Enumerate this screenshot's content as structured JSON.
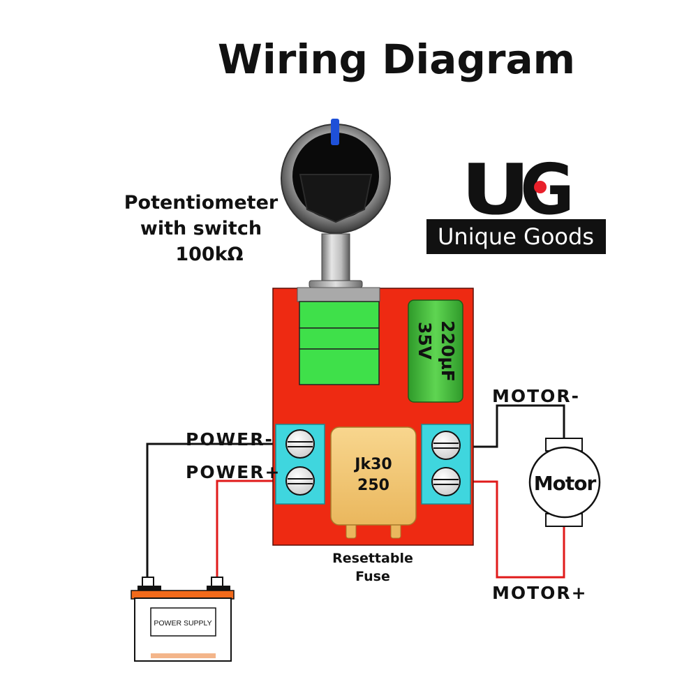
{
  "title": "Wiring Diagram",
  "potentiometer": {
    "line1": "Potentiometer",
    "line2": "with switch",
    "line3": "100kΩ"
  },
  "logo": {
    "mark_left": "U",
    "mark_right": "G",
    "tagline": "Unique Goods",
    "dot_color": "#e8202a"
  },
  "capacitor": {
    "line1": "220µF",
    "line2": "35V"
  },
  "fuse": {
    "line1": "Jk30",
    "line2": "250",
    "caption1": "Resettable",
    "caption2": "Fuse"
  },
  "terminals": {
    "power_minus": "POWER-",
    "power_plus": "POWER+",
    "motor_minus": "MOTOR-",
    "motor_plus": "MOTOR+"
  },
  "motor": {
    "label": "Motor"
  },
  "battery": {
    "label": "POWER SUPPLY"
  },
  "colors": {
    "board": "#ee2a12",
    "terminal": "#3fd6de",
    "fuse": "#f4c978",
    "switch_green": "#3fe04a",
    "capacitor_green": "#4cc441",
    "knob_marker": "#1e50d8",
    "wire_positive": "#e01a1a",
    "wire_negative": "#111111"
  }
}
